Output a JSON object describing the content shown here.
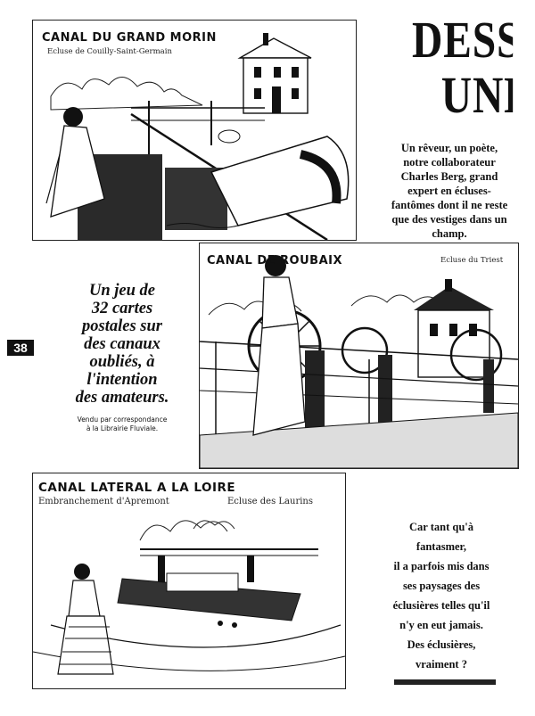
{
  "article": {
    "title_line1": "DESSI",
    "title_line2": "UNE"
  },
  "postcards": [
    {
      "title": "CANAL DU GRAND MORIN",
      "subtitle": "Ecluse de Couilly-Saint-Germain",
      "subtitle2": ""
    },
    {
      "title": "CANAL DE ROUBAIX",
      "subtitle": "Ecluse du Triest",
      "subtitle2": ""
    },
    {
      "title": "CANAL LATERAL A LA LOIRE",
      "subtitle": "Embranchement d'Apremont",
      "subtitle2": "Ecluse des Laurins"
    }
  ],
  "text1": [
    "Un rêveur, un poète,",
    "notre collaborateur",
    "Charles Berg, grand",
    "expert en écluses-",
    "fantômes dont il ne reste",
    "que des vestiges dans un",
    "champ."
  ],
  "promo": [
    "Un jeu de",
    "32 cartes",
    "postales sur",
    "des canaux",
    "oubliés, à",
    "l'intention",
    "des amateurs."
  ],
  "promo_note": [
    "Vendu par correspondance",
    "à la Librairie Fluviale."
  ],
  "text2": [
    "Car tant qu'à",
    "fantasmer,",
    "il a parfois mis dans",
    "ses paysages des",
    "éclusières telles qu'il",
    "n'y en eut jamais.",
    "Des éclusières,",
    "vraiment ?"
  ],
  "page_number": "38",
  "colors": {
    "ink": "#111111",
    "paper": "#ffffff"
  }
}
